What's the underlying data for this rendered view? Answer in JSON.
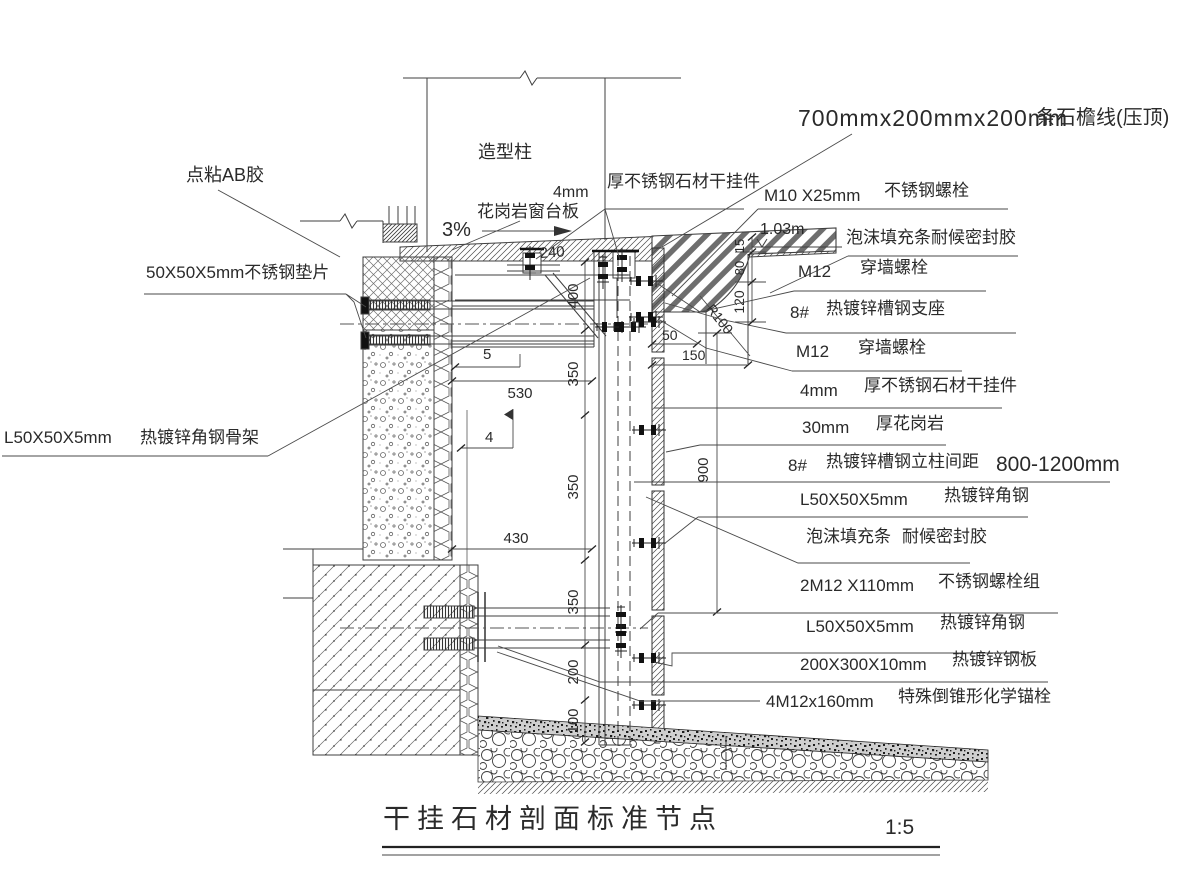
{
  "title": {
    "text": "干挂石材剖面标准节点",
    "scale": "1:5"
  },
  "left_labels": {
    "ab_glue": "点粘AB胶",
    "shim": "50X50X5mm不锈钢垫片",
    "frame_spec": "L50X50X5mm",
    "frame_name": "热镀锌角钢骨架"
  },
  "center_labels": {
    "column": "造型柱",
    "sill_thickness": "4mm",
    "sill_hanger": "厚不锈钢石材干挂件",
    "sill_board": "花岗岩窗台板",
    "slope": "3%"
  },
  "right_labels": [
    {
      "spec": "700mmx200mmx200mm",
      "name": "条石檐线(压顶)"
    },
    {
      "spec": "M10  X25mm",
      "name": "不锈钢螺栓"
    },
    {
      "spec": "",
      "name": "泡沫填充条耐候密封胶"
    },
    {
      "spec": "M12",
      "name": "穿墙螺栓"
    },
    {
      "spec": "8#",
      "name": "热镀锌槽钢支座"
    },
    {
      "spec": "M12",
      "name": "穿墙螺栓"
    },
    {
      "spec": "4mm",
      "name": "厚不锈钢石材干挂件"
    },
    {
      "spec": "30mm",
      "name": "厚花岗岩"
    },
    {
      "spec": "8#",
      "name": "热镀锌槽钢立柱间距",
      "extra": "800-1200mm"
    },
    {
      "spec": "L50X50X5mm",
      "name": "热镀锌角钢"
    },
    {
      "spec": "泡沫填充条",
      "name": "耐候密封胶"
    },
    {
      "spec": "2M12  X110mm",
      "name": "不锈钢螺栓组"
    },
    {
      "spec": "L50X50X5mm",
      "name": "热镀锌角钢"
    },
    {
      "spec": "200X300X10mm",
      "name": "热镀锌钢板"
    },
    {
      "spec": "4M12x160mm",
      "name": "特殊倒锥形化学锚栓"
    }
  ],
  "dimensions": {
    "level": "1.03m",
    "slope_dim": "240",
    "joint": "5",
    "d530": "530",
    "flag": "4",
    "d430": "430",
    "d400": "400",
    "d350": "350",
    "d200": "200",
    "d100": "100",
    "d900": "900",
    "d15": "15",
    "d80": "80",
    "d120": "120",
    "d50": "50",
    "d150": "150",
    "radius": "R100"
  },
  "colors": {
    "line": "#3f3f3f",
    "ink": "#2a2a2a",
    "background": "#ffffff"
  }
}
